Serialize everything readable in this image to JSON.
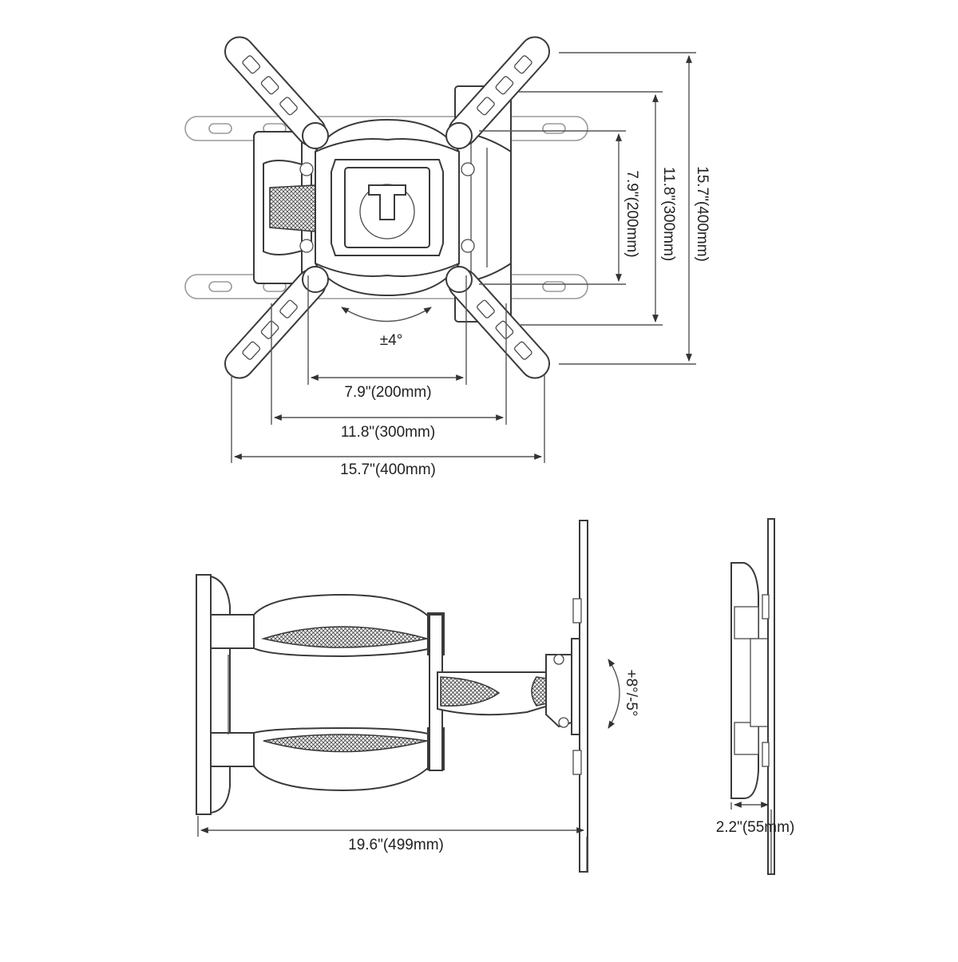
{
  "front_view": {
    "tilt_label": "±4°",
    "dims": {
      "h_200": "7.9\"(200mm)",
      "h_300": "11.8\"(300mm)",
      "h_400": "15.7\"(400mm)",
      "v_200": "7.9\"(200mm)",
      "v_300": "11.8\"(300mm)",
      "v_400": "15.7\"(400mm)"
    }
  },
  "side_view": {
    "tilt_label": "+8°/-5°",
    "extension_dim": "19.6\"(499mm)"
  },
  "profile_view": {
    "depth_dim": "2.2\"(55mm)"
  }
}
